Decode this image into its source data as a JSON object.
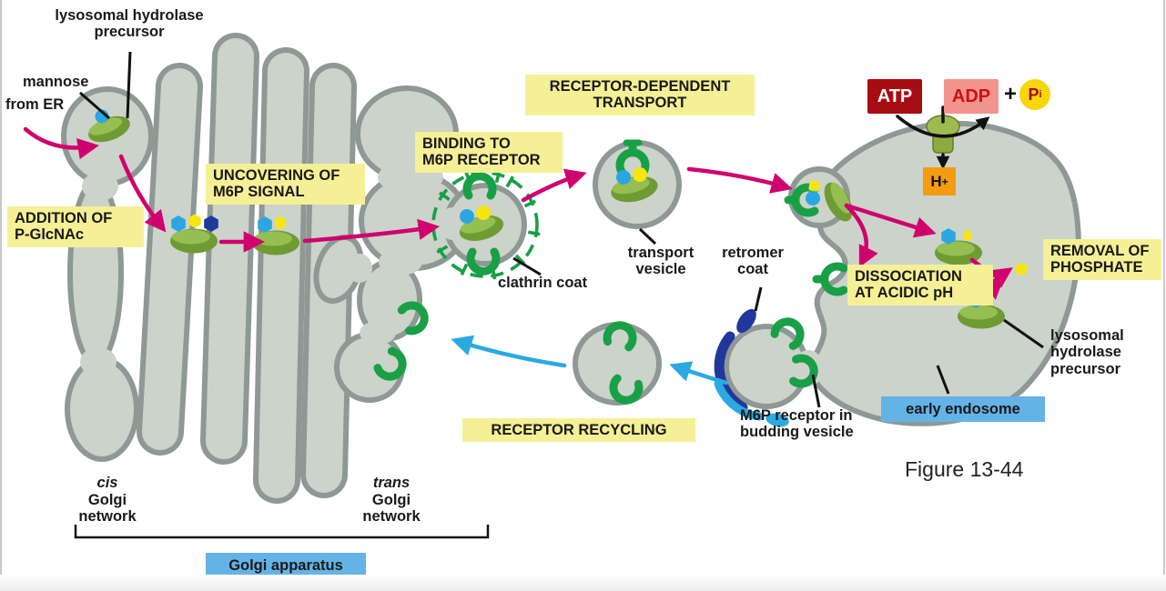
{
  "figure_caption": "Figure 13-44",
  "process_labels": {
    "addition": "ADDITION OF\nP-GlcNAc",
    "uncovering": "UNCOVERING OF\nM6P SIGNAL",
    "binding": "BINDING TO\nM6P RECEPTOR",
    "transport": "RECEPTOR-DEPENDENT\nTRANSPORT",
    "dissociation": "DISSOCIATION\nAT ACIDIC pH",
    "removal": "REMOVAL OF\nPHOSPHATE",
    "recycling": "RECEPTOR RECYCLING"
  },
  "compartment_labels": {
    "early_endosome": "early endosome",
    "golgi_apparatus": "Golgi apparatus",
    "cis_prefix": "cis",
    "cis_rest": "Golgi\nnetwork",
    "trans_prefix": "trans",
    "trans_rest": "Golgi\nnetwork"
  },
  "annotations": {
    "lysosomal_hydrolase_precursor_top": "lysosomal hydrolase\nprecursor",
    "mannose": "mannose",
    "from_er": "from ER",
    "clathrin_coat": "clathrin coat",
    "transport_vesicle": "transport\nvesicle",
    "retromer_coat": "retromer\ncoat",
    "m6p_receptor_budding": "M6P receptor in\nbudding vesicle",
    "lysosomal_hydrolase_precursor_right": "lysosomal\nhydrolase\nprecursor"
  },
  "molecules": {
    "atp": "ATP",
    "adp": "ADP",
    "plus": "+",
    "pi_main": "P",
    "pi_sub": "i",
    "proton_main": "H",
    "proton_sup": "+"
  },
  "colors": {
    "membrane_fill": "#ccd3ca",
    "membrane_outline": "#8e9894",
    "label_yellow": "#f5f096",
    "label_blue": "#64b3e6",
    "arrow_magenta": "#d0006e",
    "arrow_cyan": "#2ba9e1",
    "receptor_green": "#18a046",
    "hydrolase_olive": "#6f9b33",
    "mannose_blue": "#2aa7e0",
    "phosphate_yellow": "#f6e511",
    "glcnac_navy": "#1e3a9c",
    "atp_box_red": "#a60d12",
    "adp_box_pink": "#f2948c",
    "adp_text_red": "#cc1016",
    "pi_yellow": "#f8d60e",
    "h_plus_orange": "#f39c12"
  }
}
